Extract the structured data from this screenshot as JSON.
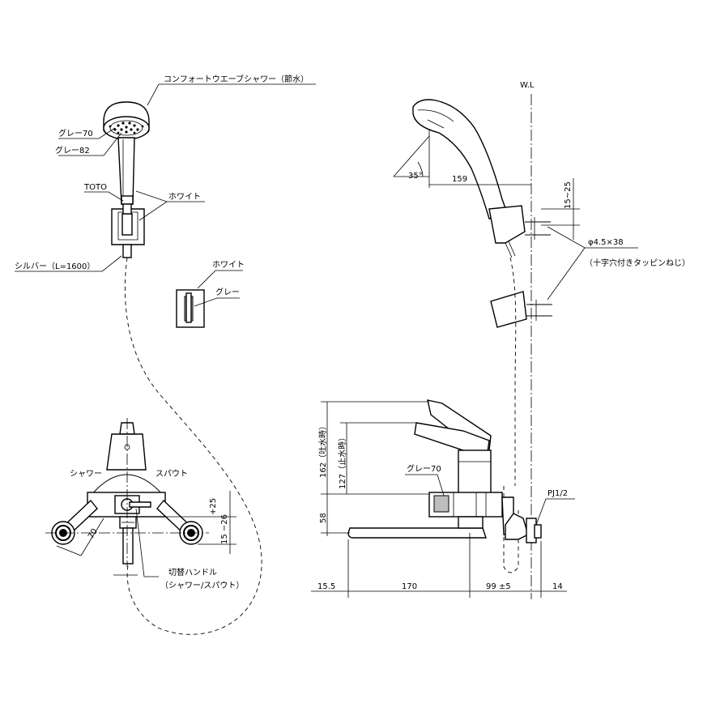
{
  "labels": {
    "shower_head": "コンフォートウエーブシャワー（節水）",
    "grey70_head": "グレー70",
    "grey82": "グレー82",
    "toto": "TOTO",
    "white_hose": "ホワイト",
    "silver_hose": "シルバー（L=1600）",
    "white_holder": "ホワイト",
    "grey_holder": "グレー",
    "shower": "シャワー",
    "spout": "スパウト",
    "switch_handle": "切替ハンドル",
    "switch_handle_sub": "（シャワー/スパウト）",
    "wl": "W.L",
    "screw_spec": "φ4.5×38",
    "screw_desc": "（十字穴付きタッピンねじ）",
    "grey70_body": "グレー70",
    "pj": "PJ1/2"
  },
  "dimensions": {
    "angle": "35°",
    "d159": "159",
    "d15_25": "15~25",
    "d162": "162（吐水時）",
    "d127": "127（止水時）",
    "d58": "58",
    "d15_5": "15.5",
    "d170": "170",
    "d99": "99 ±5",
    "d14": "14",
    "d70": "70",
    "d25": "+25",
    "d15_26": "15 −26"
  }
}
